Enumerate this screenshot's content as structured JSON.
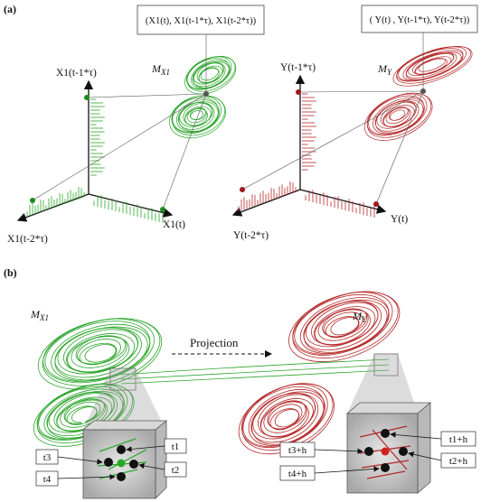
{
  "panel_a": {
    "label": "(a)",
    "left": {
      "manifold_label": "M_{X1}",
      "delay_box": "(X1(t), X1(t-1*τ), X1(t-2*τ))",
      "axis_z": "X1(t-1*τ)",
      "axis_x": "X1(t)",
      "axis_y": "X1(t-2*τ)",
      "color": "#2aa52a"
    },
    "right": {
      "manifold_label": "M_Y",
      "delay_box": "( Y(t) , Y(t-1*τ), Y(t-2*τ))",
      "axis_z": "Y(t-1*τ)",
      "axis_x": "Y(t)",
      "axis_y": "Y(t-2*τ)",
      "color": "#b52828"
    }
  },
  "panel_b": {
    "label": "(b)",
    "left_manifold_label": "M_{X1}",
    "right_manifold_label": "M_Y",
    "projection_label": "Projection",
    "left_times": [
      "t1",
      "t2",
      "t3",
      "t4"
    ],
    "right_times": [
      "t1+h",
      "t2+h",
      "t3+h",
      "t4+h"
    ]
  }
}
